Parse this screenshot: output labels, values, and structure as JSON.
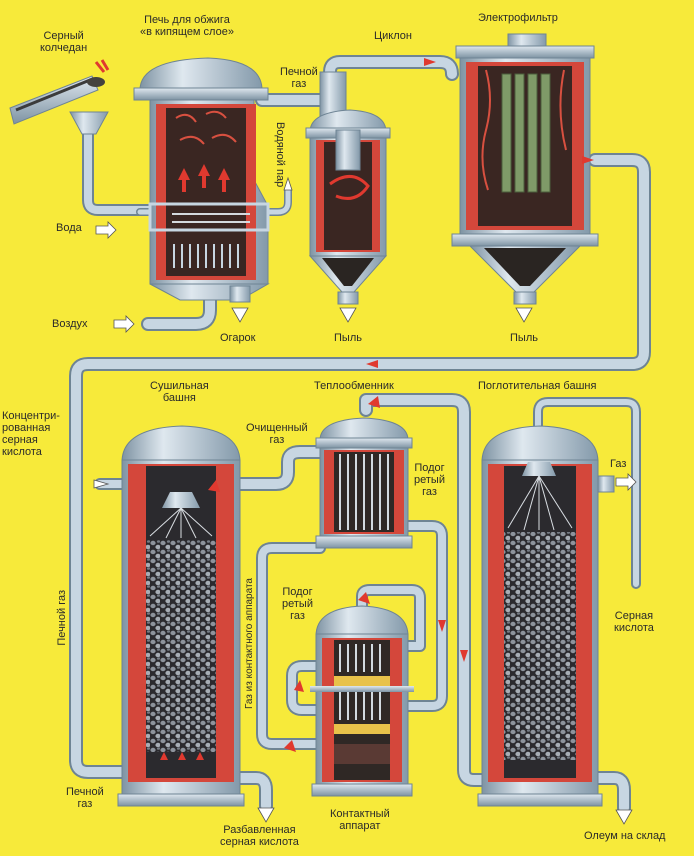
{
  "labels": {
    "pyrite_l1": "Серный",
    "pyrite_l2": "колчедан",
    "furnace_l1": "Печь для обжига",
    "furnace_l2": "«в кипящем слое»",
    "cyclone": "Циклон",
    "electrofilter": "Электрофильтр",
    "furnace_gas_l1": "Печной",
    "furnace_gas_l2": "газ",
    "steam_l1": "Водяной",
    "steam_l2": "пар",
    "water": "Вода",
    "air": "Воздух",
    "cinder": "Огарок",
    "dust_cyclone": "Пыль",
    "dust_filter": "Пыль",
    "drying_tower_l1": "Сушильная",
    "drying_tower_l2": "башня",
    "heat_exchanger": "Теплообменник",
    "absorption_tower": "Поглотительная башня",
    "conc_acid_l1": "Концентри-",
    "conc_acid_l2": "рованная",
    "conc_acid_l3": "серная",
    "conc_acid_l4": "кислота",
    "cleaned_gas_l1": "Очищенный",
    "cleaned_gas_l2": "газ",
    "heated_gas1_l1": "Подог",
    "heated_gas1_l2": "ретый",
    "heated_gas1_l3": "газ",
    "heated_gas2_l1": "Подог",
    "heated_gas2_l2": "ретый",
    "heated_gas2_l3": "газ",
    "gas_out": "Газ",
    "furnace_gas_vertical": "Печной газ",
    "gas_from_contact": "Газ из контактного аппарата",
    "sulfuric_acid_l1": "Серная",
    "sulfuric_acid_l2": "кислота",
    "furnace_gas_bottom_l1": "Печной",
    "furnace_gas_bottom_l2": "газ",
    "diluted_acid_l1": "Разбавленная",
    "diluted_acid_l2": "серная кислота",
    "contact_l1": "Контактный",
    "contact_l2": "аппарат",
    "oleum": "Олеум на склад"
  },
  "colors": {
    "background": "#f7ea3a",
    "pipe": "#c7d6e2",
    "pipe_edge": "#6e8494",
    "vessel_metal": "#b8c9d6",
    "vessel_dark": "#3a2622",
    "lining": "#d4473b",
    "arrow_hot": "#e0392f",
    "packing": "#6b6f78"
  }
}
